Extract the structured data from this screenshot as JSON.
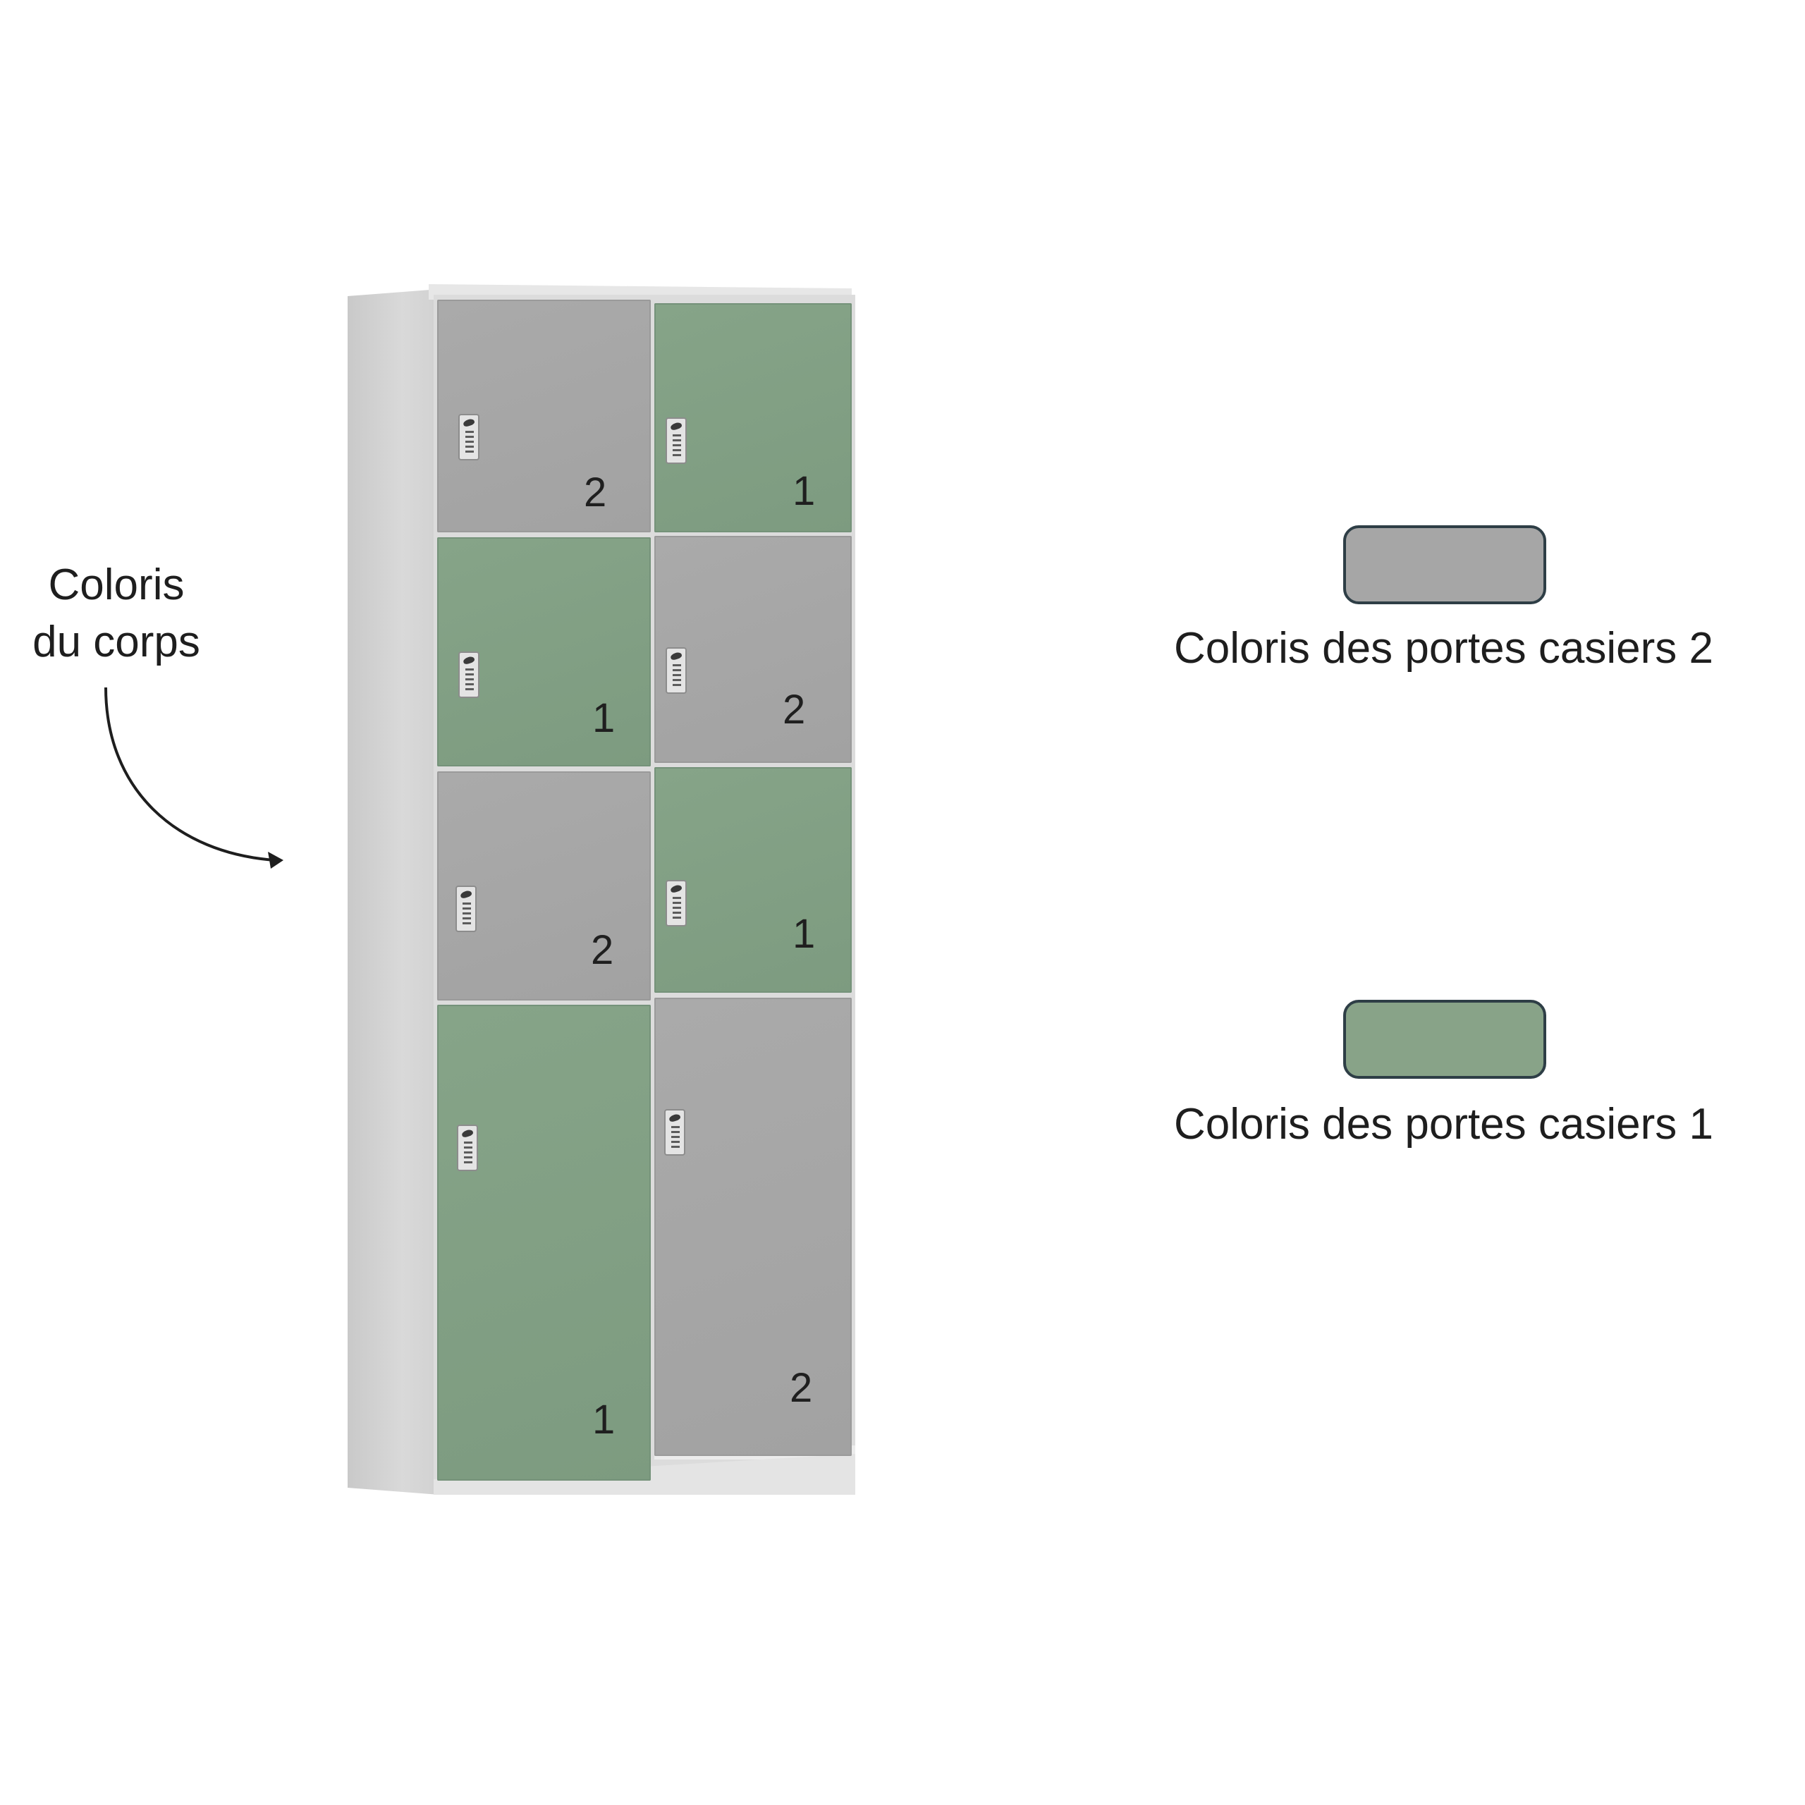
{
  "body_color_label": {
    "line1": "Coloris",
    "line2": "du corps"
  },
  "legend": [
    {
      "label": "Coloris des portes casiers 2",
      "color": "#a6a6a6"
    },
    {
      "label": "Coloris des portes casiers 1",
      "color": "#88a388"
    }
  ],
  "colors": {
    "door_color_1": "#7f9d82",
    "door_color_2": "#a6a6a6",
    "body": "#d9d9d9"
  },
  "locker": {
    "doors": [
      {
        "number": "2",
        "color_group": "2"
      },
      {
        "number": "1",
        "color_group": "1"
      },
      {
        "number": "1",
        "color_group": "1"
      },
      {
        "number": "2",
        "color_group": "2"
      },
      {
        "number": "2",
        "color_group": "2"
      },
      {
        "number": "1",
        "color_group": "1"
      },
      {
        "number": "1",
        "color_group": "1"
      },
      {
        "number": "2",
        "color_group": "2"
      }
    ]
  }
}
